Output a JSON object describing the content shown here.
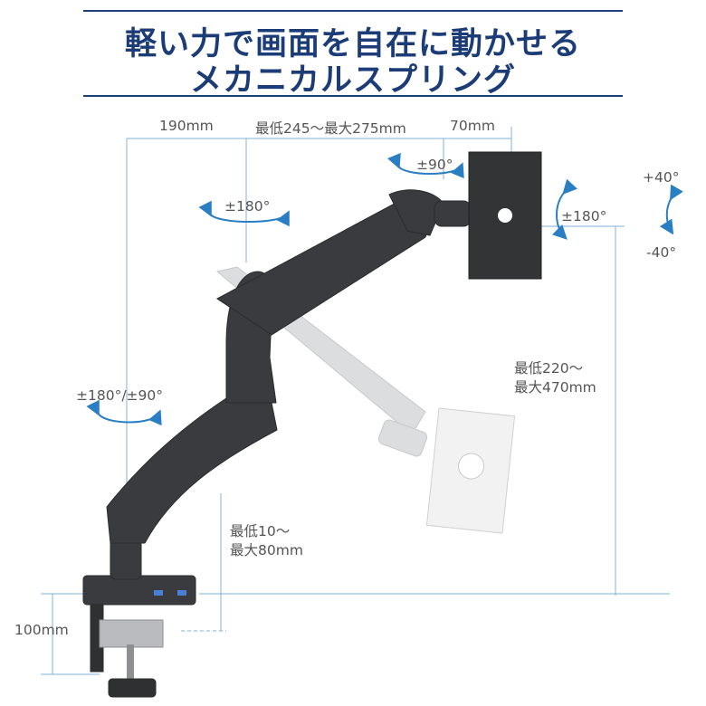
{
  "title": {
    "line1": "軽い力で画面を自在に動かせる",
    "line2": "メカニカルスプリング"
  },
  "dimensions": {
    "top_left_width": "190mm",
    "top_mid_width": "最低245～最大275mm",
    "top_right_width": "70mm",
    "swivel_head": "±90°",
    "swivel_mid": "±180°",
    "rotation_panel": "±180°",
    "tilt_up": "+40°",
    "tilt_down": "-40°",
    "swivel_base": "±180°/±90°",
    "height_range_line1": "最低220～",
    "height_range_line2": "最大470mm",
    "desk_range_line1": "最低10～",
    "desk_range_line2": "最大80mm",
    "clamp_height": "100mm"
  },
  "colors": {
    "title_blue": "#1c3c78",
    "guide_blue": "#6aa5d6",
    "rotation_arrow_blue": "#2a7fc4",
    "arm_dark": "#3a3b3e",
    "arm_ghost": "#d8d9db"
  }
}
